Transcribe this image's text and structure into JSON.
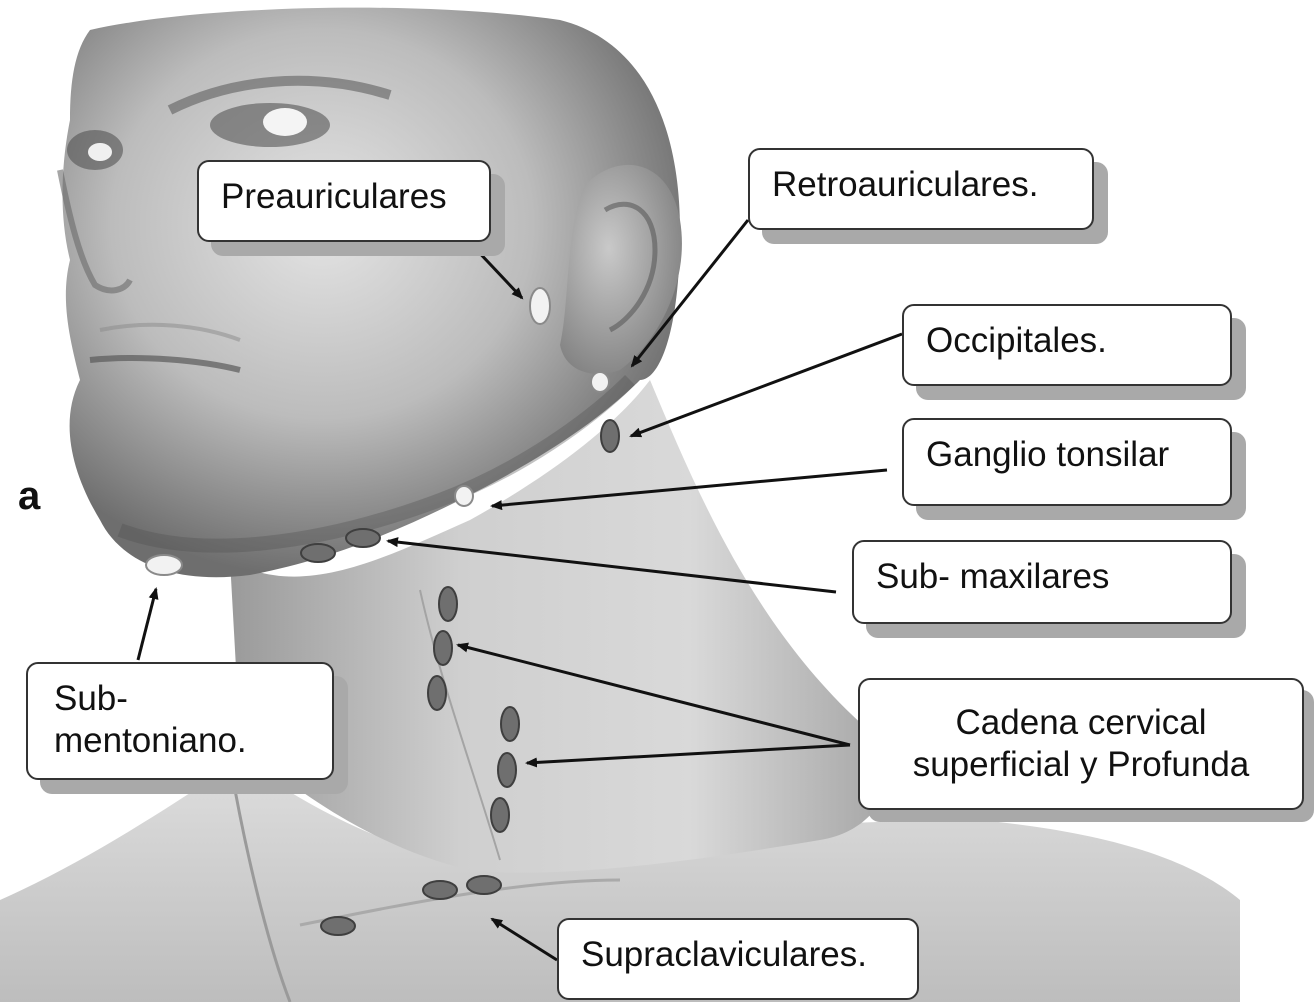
{
  "panel_letter": "a",
  "labels": {
    "preauriculares": "Preauriculares",
    "retroauriculares": "Retroauriculares.",
    "occipitales": "Occipitales.",
    "tonsilar": "Ganglio tonsilar",
    "submaxilares": "Sub- maxilares",
    "submentoniano": "Sub-\nmentoniano.",
    "cervical": "Cadena cervical\nsuperficial y Profunda",
    "supraclaviculares": "Supraclaviculares."
  },
  "colors": {
    "node_dark": "#6f6f6f",
    "node_light": "#f2f2f2",
    "callout_shadow": "#a9a9a9",
    "skin_base": "#c9c9c9"
  }
}
